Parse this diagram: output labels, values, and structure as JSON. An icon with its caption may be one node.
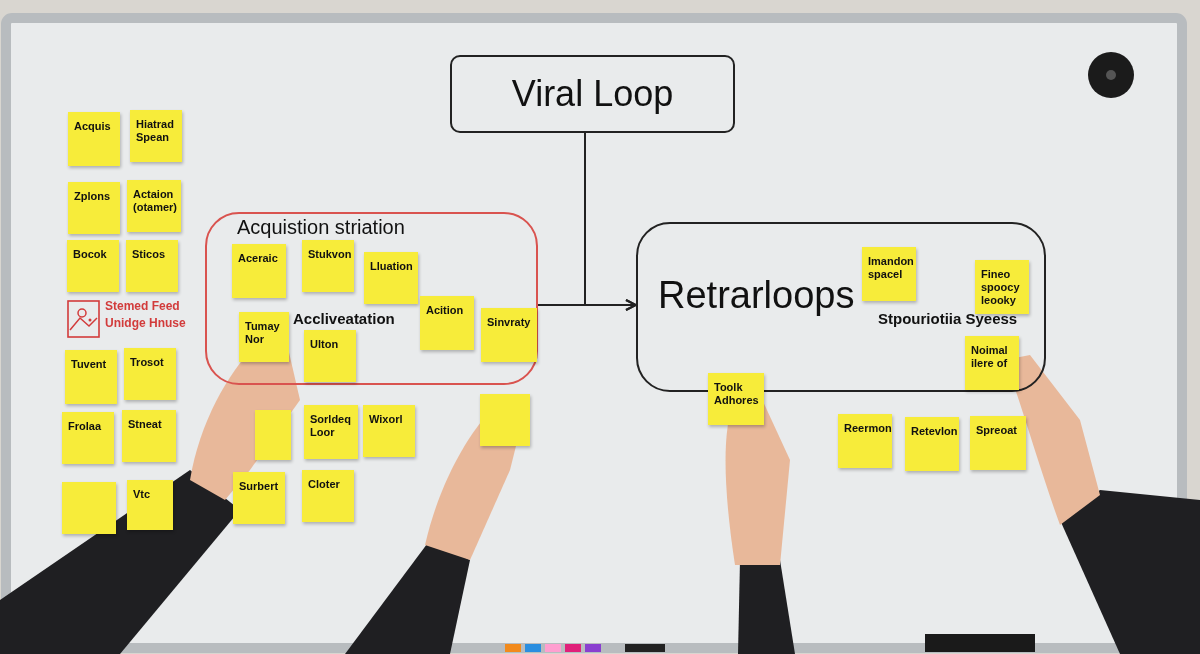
{
  "diagram": {
    "nodes": [
      {
        "text": [
          "Viral Loop"
        ]
      },
      {
        "text": [
          "Acquistion striation",
          "Accliveatation"
        ]
      },
      {
        "text": [
          "Aceraic"
        ],
        "in": 1
      },
      {
        "text": [
          "Stukvon"
        ],
        "in": 1
      },
      {
        "text": [
          "Lluation"
        ],
        "in": 1
      },
      {
        "text": [
          "Tumay Nor"
        ],
        "in": 1
      },
      {
        "text": [
          "Ulton"
        ],
        "in": 1
      },
      {
        "text": [
          "Acition"
        ],
        "in": 1
      },
      {
        "text": [
          "Sinvraty"
        ],
        "in": 1
      },
      {
        "text": [
          "Retrarloops",
          "Stpouriotiia Syeess"
        ]
      },
      {
        "text": [
          "Imandon spacel"
        ],
        "in": 9
      },
      {
        "text": [
          "Fineo spoocy leooky"
        ],
        "in": 9
      },
      {
        "text": [
          "Noimal ilere of"
        ],
        "in": 9
      },
      {
        "text": [
          "Toolk Adhores"
        ]
      },
      {
        "text": [
          "Acquis"
        ]
      },
      {
        "text": [
          "Hiatrad Spean"
        ]
      },
      {
        "text": [
          "Zplons"
        ]
      },
      {
        "text": [
          "Actaion (otamer)"
        ]
      },
      {
        "text": [
          "Bocok"
        ]
      },
      {
        "text": [
          "Sticos"
        ]
      },
      {
        "text": [
          "Tuvent"
        ]
      },
      {
        "text": [
          "Trosot"
        ]
      },
      {
        "text": [
          "Frolaa"
        ]
      },
      {
        "text": [
          "Stneat"
        ]
      },
      {
        "text": [],
        "shape": "box"
      },
      {
        "text": [
          "Vtc"
        ]
      },
      {
        "text": [],
        "shape": "box"
      },
      {
        "text": [
          "Sorldeq Loor"
        ]
      },
      {
        "text": [
          "Wixorl"
        ]
      },
      {
        "text": [],
        "shape": "box"
      },
      {
        "text": [
          "Surbert"
        ]
      },
      {
        "text": [
          "Cloter"
        ]
      },
      {
        "text": [
          "Reermon"
        ]
      },
      {
        "text": [
          "Retevlon"
        ]
      },
      {
        "text": [
          "Spreoat"
        ]
      }
    ],
    "edges": [
      {
        "from": 0,
        "to": 9,
        "arrow": "to"
      },
      {
        "from": 1,
        "to": 9,
        "arrow": "to"
      }
    ],
    "labels": [
      "Stemed Feed Unidge Hnuse"
    ]
  }
}
